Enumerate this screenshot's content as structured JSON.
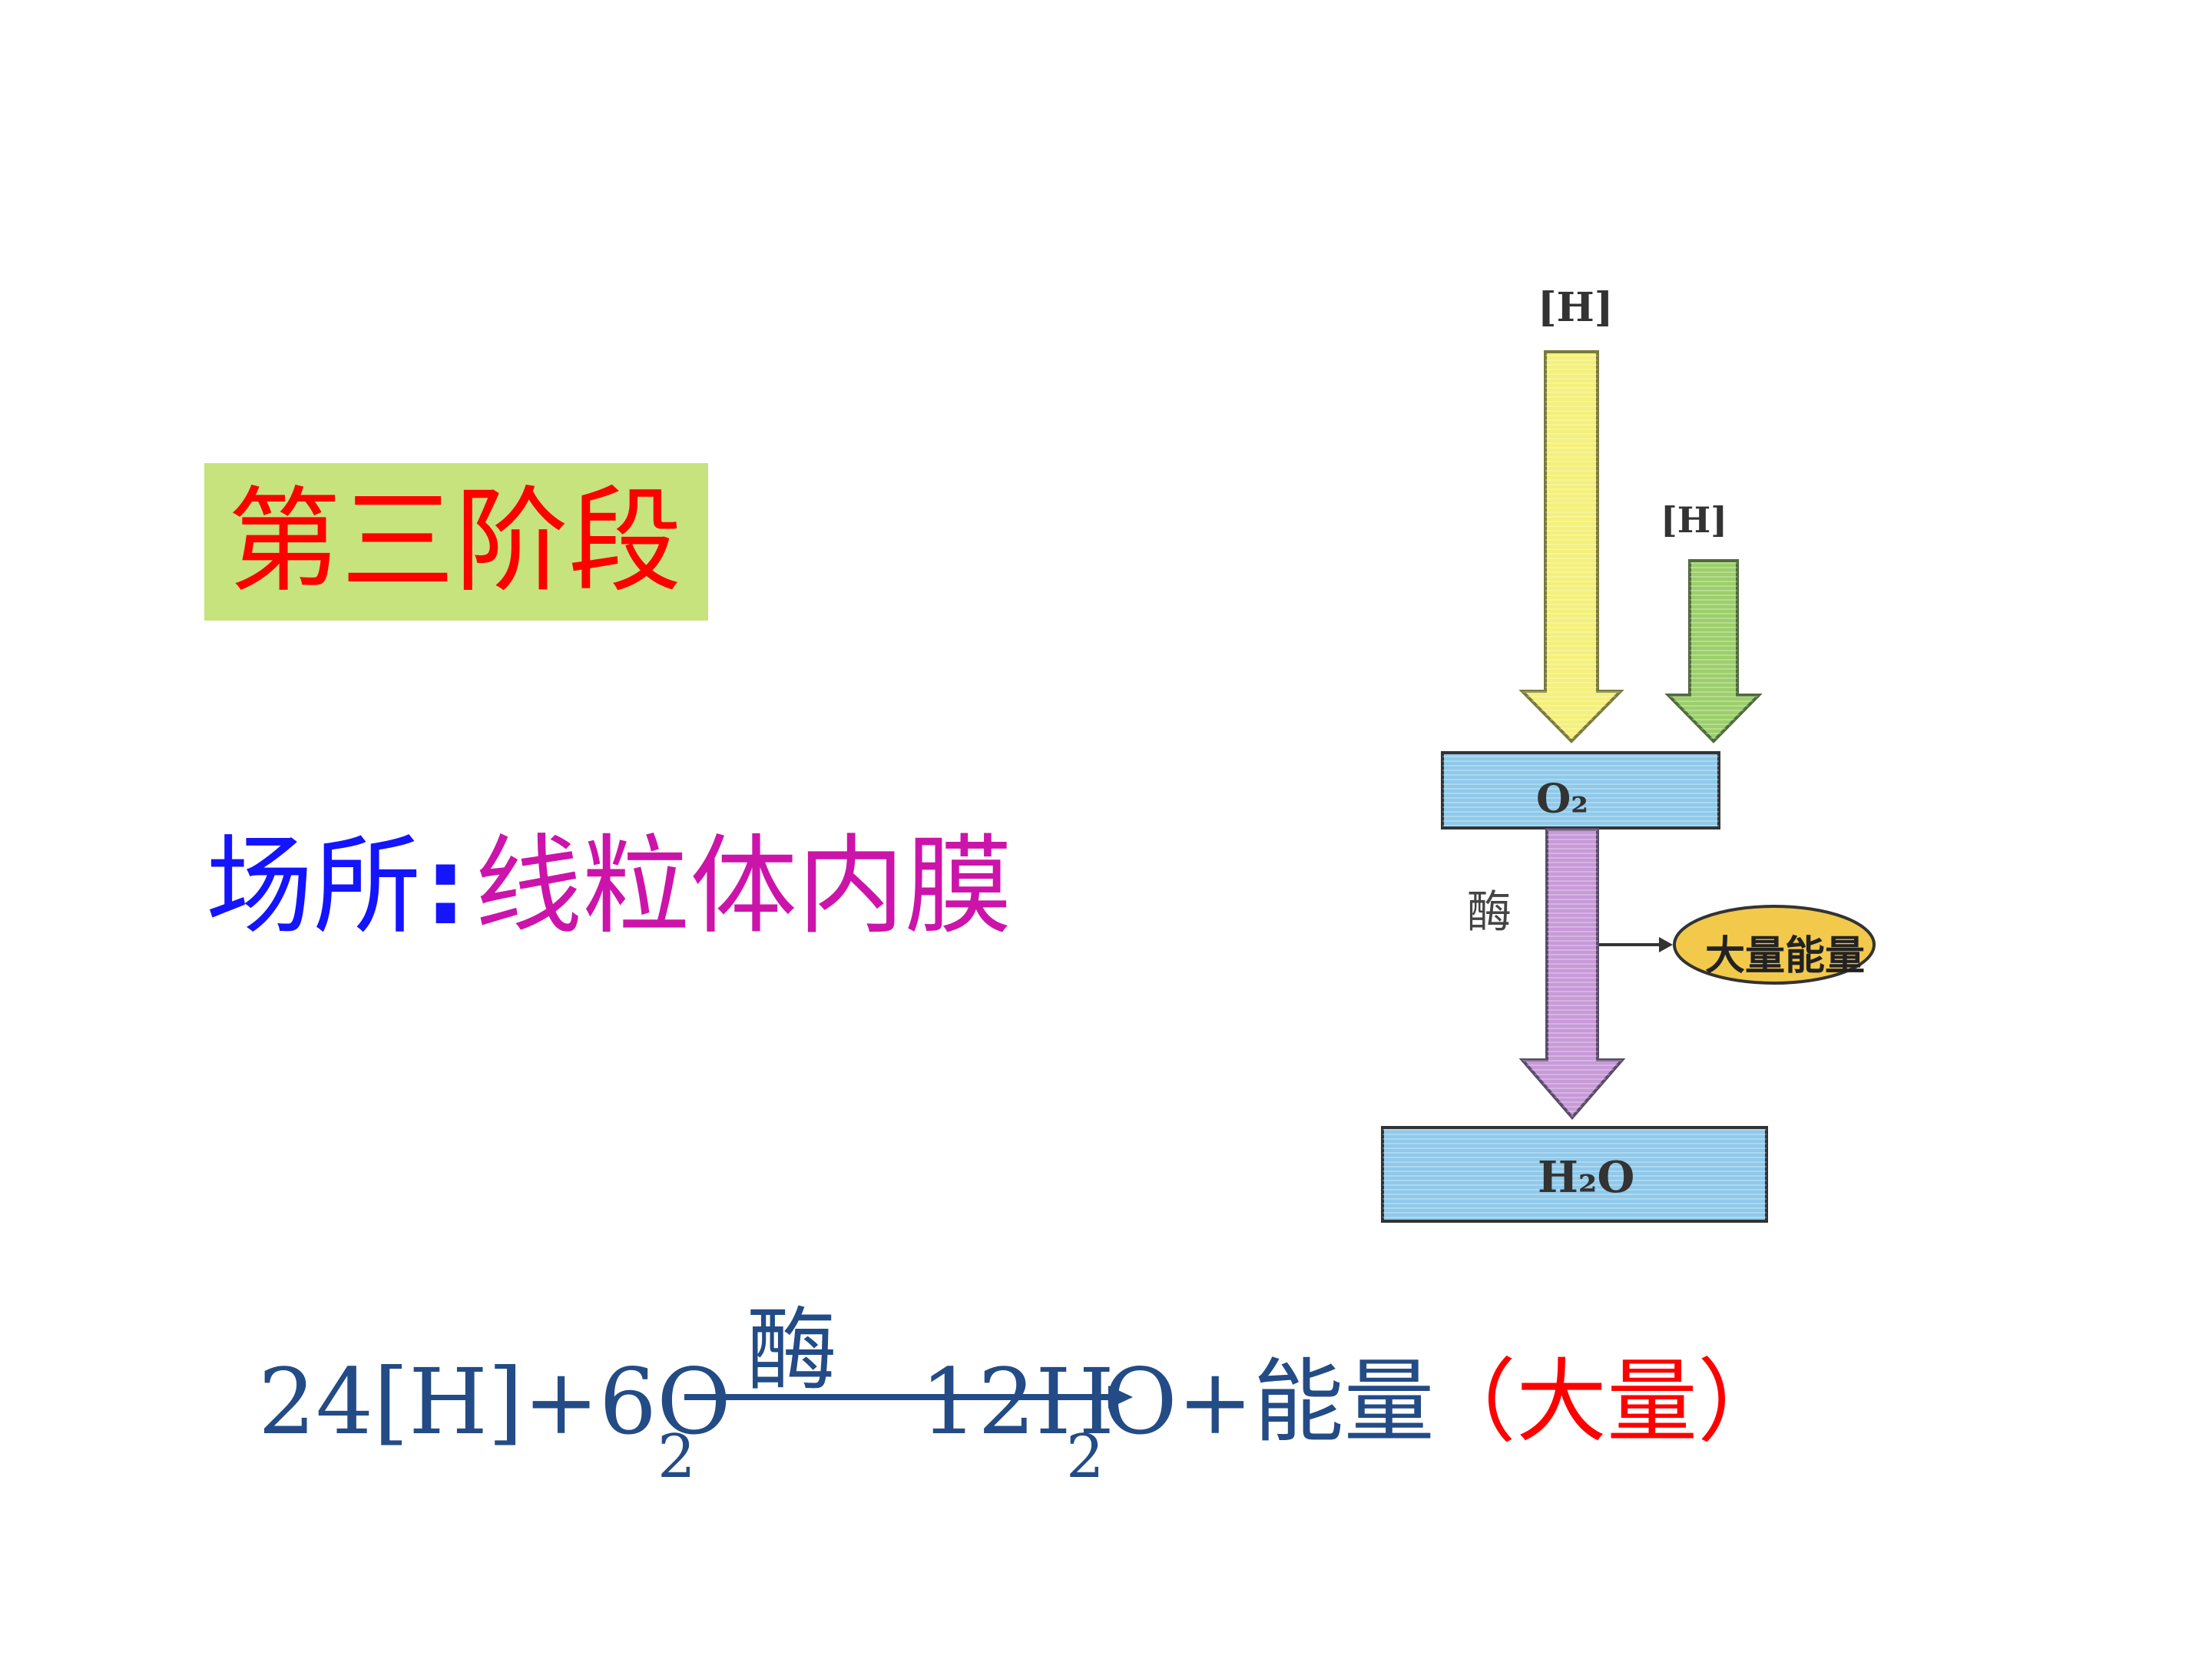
{
  "title": "第三阶段",
  "location": {
    "label": "场所",
    "colon": ":",
    "value": "线粒体内膜"
  },
  "diagram": {
    "h_top": "[H]",
    "h_right": "[H]",
    "o2": "O₂",
    "enzyme": "酶",
    "energy": "大量能量",
    "h2o": "H₂O"
  },
  "equation": {
    "reactants": "24[H]+6O",
    "reactant_sub": "2",
    "enzyme": "酶",
    "product_a": "12H",
    "product_sub": "2",
    "product_b": "O+能量",
    "note": "（大量）"
  },
  "colors": {
    "title_bg": "#c6e37e",
    "title_text": "#ff0000",
    "location_label": "#1414ff",
    "location_value": "#cc14aa",
    "equation_text": "#234b86",
    "note_text": "#ff0000",
    "yellow_arrow": "#f4f07a",
    "green_arrow": "#9ccf6a",
    "purple_arrow": "#c89ad8",
    "box_fill": "#8fc9ea",
    "energy_ellipse": "#f2c94a"
  }
}
